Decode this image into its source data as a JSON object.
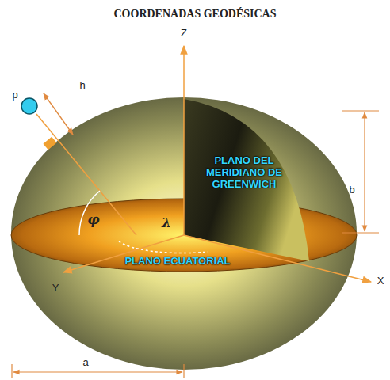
{
  "diagram": {
    "title": "COORDENADAS GEODÉSICAS",
    "labels": [
      "Z",
      "p",
      "h",
      "b",
      "PLANO DEL MERIDIANO DE GREENWICH",
      "φ",
      "λ",
      "PLANO ECUATORIAL",
      "X",
      "Y",
      "a"
    ]
  }
}
